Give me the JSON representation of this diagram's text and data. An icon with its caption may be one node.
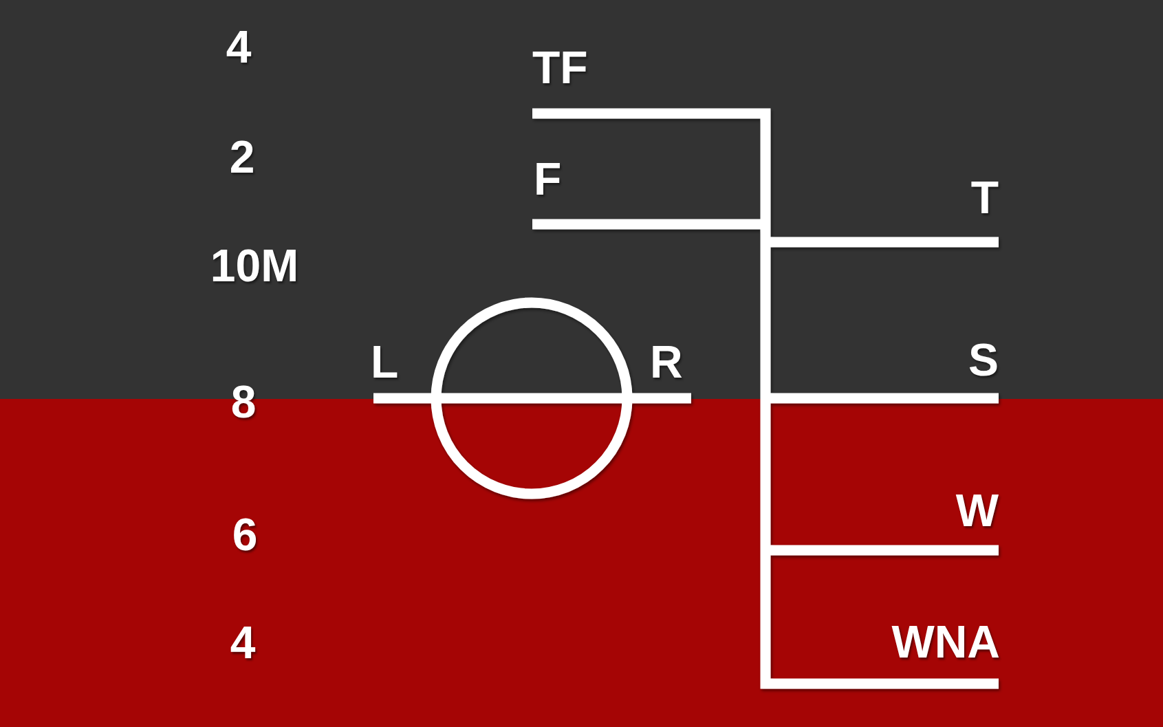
{
  "diagram": {
    "labels": [
      "4",
      "TF",
      "2",
      "F",
      "T",
      "10M",
      "L",
      "R",
      "S",
      "8",
      "W",
      "6",
      "4",
      "WNA"
    ]
  }
}
